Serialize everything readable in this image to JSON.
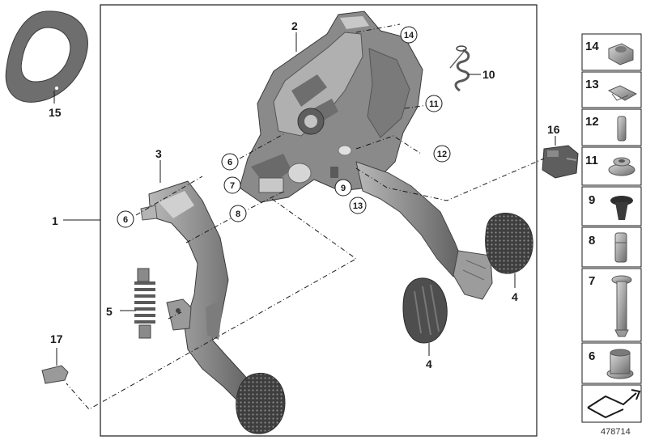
{
  "callouts": {
    "c1": "1",
    "c2": "2",
    "c4a": "4",
    "c4b": "4",
    "c5": "5",
    "c6a": "6",
    "c6b": "6",
    "c7": "7",
    "c8": "8",
    "c9": "9",
    "c10": "10",
    "c11": "11",
    "c12": "12",
    "c13": "13",
    "c14": "14",
    "c15": "15",
    "c16": "16",
    "c17": "17",
    "c3": "3"
  },
  "sidebar": {
    "items": [
      {
        "number": "14",
        "icon": "hex-nut-icon"
      },
      {
        "number": "13",
        "icon": "clip-icon"
      },
      {
        "number": "12",
        "icon": "pin-icon"
      },
      {
        "number": "11",
        "icon": "grommet-icon"
      },
      {
        "number": "9",
        "icon": "expanding-rivet-icon"
      },
      {
        "number": "8",
        "icon": "sleeve-icon"
      },
      {
        "number": "7",
        "icon": "bolt-icon"
      },
      {
        "number": "6",
        "icon": "bushing-icon"
      }
    ],
    "footer_icon": "screw-set-arrow-icon"
  },
  "doc_number": "478714",
  "colors": {
    "part_dark": "#6f6f6f",
    "part_mid": "#9a9a9a",
    "part_light": "#c9c9c9",
    "pad": "#4a4a4a",
    "line": "#1a1a1a"
  }
}
